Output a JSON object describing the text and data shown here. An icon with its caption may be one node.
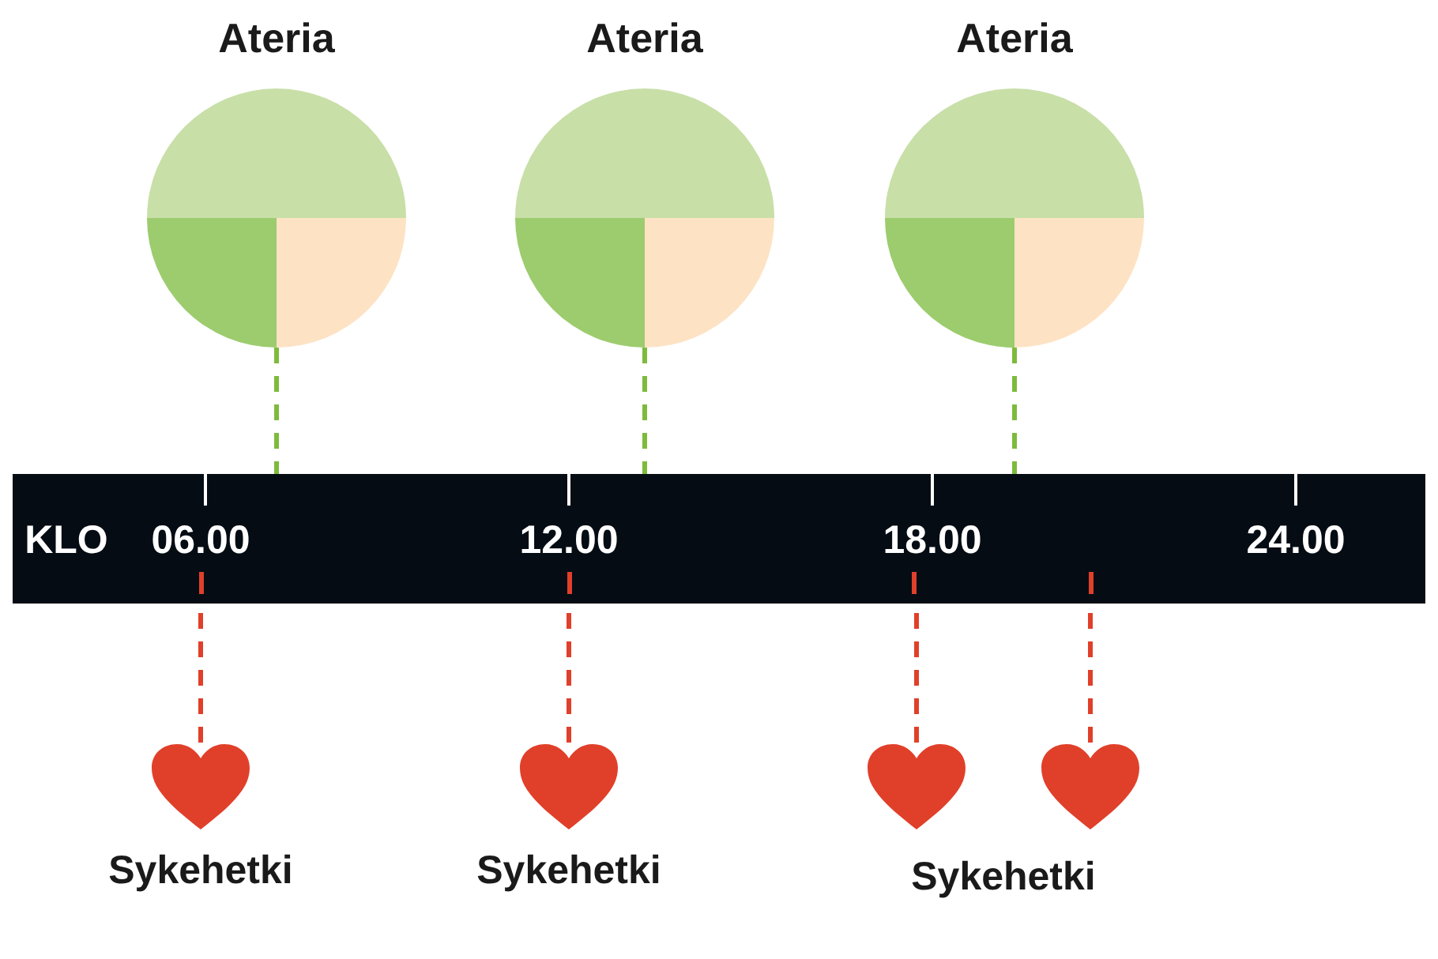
{
  "diagram": {
    "nodes": [
      {
        "text": [
          "Ateria"
        ]
      },
      {
        "text": [
          "Ateria"
        ]
      },
      {
        "text": [
          "Ateria"
        ]
      },
      {
        "text": [
          "KLO",
          "06.00",
          "12.00",
          "18.00",
          "24.00"
        ]
      },
      {
        "text": [
          "Sykehetki"
        ]
      },
      {
        "text": [
          "Sykehetki"
        ]
      },
      {
        "text": [],
        "shape": "heart"
      },
      {
        "text": [],
        "shape": "heart"
      }
    ],
    "edges": [
      {
        "from": 0,
        "to": 3,
        "arrow": "none",
        "style": "dashed",
        "color": "#7dbb3c"
      },
      {
        "from": 1,
        "to": 3,
        "arrow": "none",
        "style": "dashed",
        "color": "#7dbb3c"
      },
      {
        "from": 2,
        "to": 3,
        "arrow": "none",
        "style": "dashed",
        "color": "#7dbb3c"
      },
      {
        "from": 4,
        "to": 3,
        "arrow": "none",
        "style": "dashed",
        "color": "#e0402a"
      },
      {
        "from": 5,
        "to": 3,
        "arrow": "none",
        "style": "dashed",
        "color": "#e0402a"
      },
      {
        "from": 6,
        "to": 3,
        "arrow": "none",
        "style": "dashed",
        "color": "#e0402a"
      },
      {
        "from": 7,
        "to": 3,
        "arrow": "none",
        "style": "dashed",
        "color": "#e0402a"
      }
    ],
    "labels": [
      "Sykehetki"
    ]
  }
}
